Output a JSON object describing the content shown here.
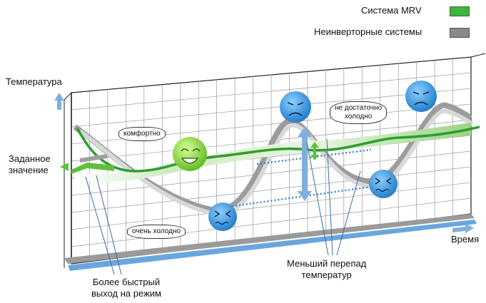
{
  "legend": {
    "mrv_label": "Система MRV",
    "non_inverter_label": "Неинверторные системы",
    "mrv_color": "#3cb53c",
    "non_inverter_color": "#8a8a8a"
  },
  "axes": {
    "y_label": "Температура",
    "x_label": "Время"
  },
  "labels": {
    "setpoint": "Заданное\nзначение",
    "faster_mode": "Более быстрый\nвыход на режим",
    "smaller_diff": "Меньший перепад\nтемператур"
  },
  "bubbles": {
    "comfortable": "комфортно",
    "very_cold": "очень холодно",
    "not_cold_enough": "не достаточно\nхолодно"
  },
  "colors": {
    "grid": "#9a9a9a",
    "face_happy": "#7ed321",
    "face_cold": "#2a8fd8",
    "arrow_blue": "#7fb0dc",
    "arrow_green": "#5fbf3f",
    "dotted": "#3a7fc4"
  },
  "icons": [
    "happy-face-icon",
    "very-cold-face-icon",
    "angry-cold-face-icon"
  ]
}
